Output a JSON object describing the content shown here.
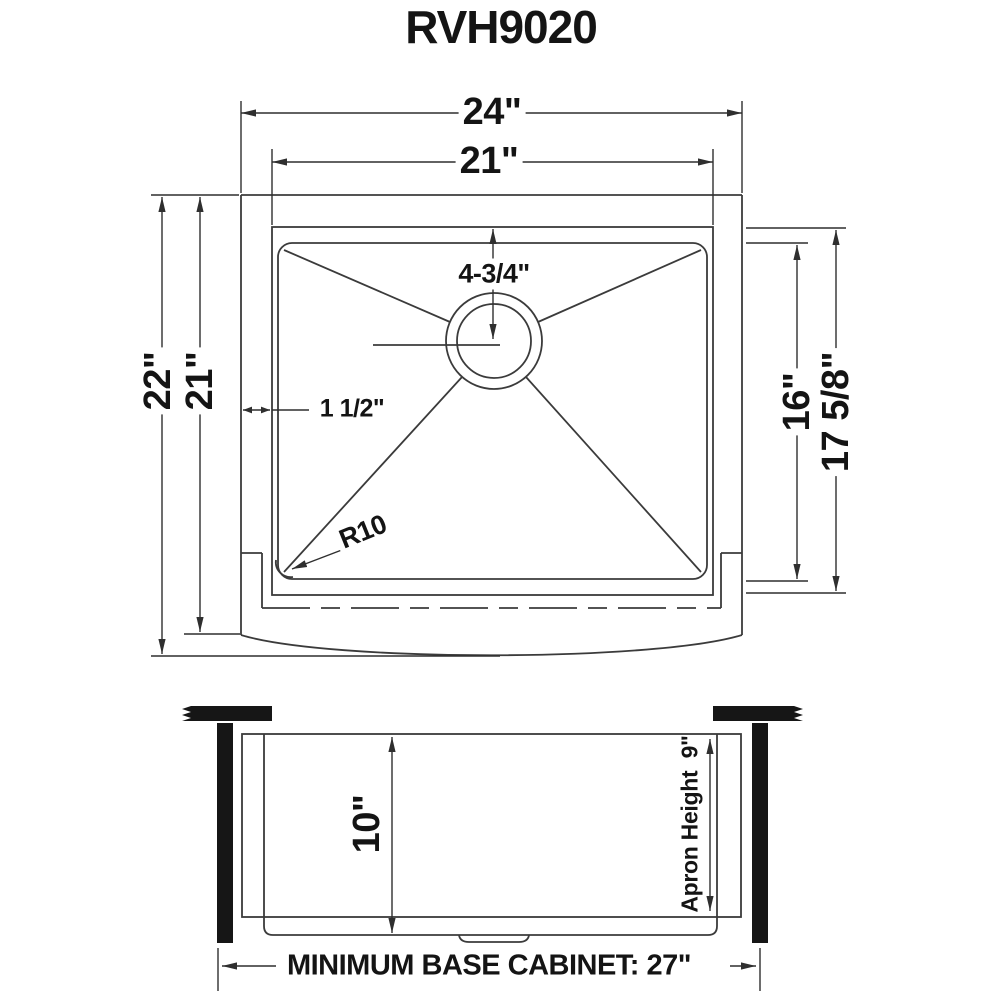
{
  "title": "RVH9020",
  "top_view": {
    "overall_width": "24\"",
    "inner_width": "21\"",
    "overall_depth": "22\"",
    "apron_front_depth": "21\"",
    "drain_to_back": "4-3/4\"",
    "rim_thickness": "1 1/2\"",
    "corner_radius": "R10",
    "bowl_depth": "16\"",
    "outer_bowl_depth": "17 5/8\""
  },
  "section_view": {
    "bowl_height": "10\"",
    "apron_height": "Apron Height  9\"",
    "cabinet_note": "MINIMUM BASE CABINET: 27\""
  },
  "colors": {
    "line": "#3b3b3b",
    "dim_line": "#2f2f2f",
    "solid_fill": "#161616",
    "text": "#141414",
    "background": "#ffffff"
  }
}
